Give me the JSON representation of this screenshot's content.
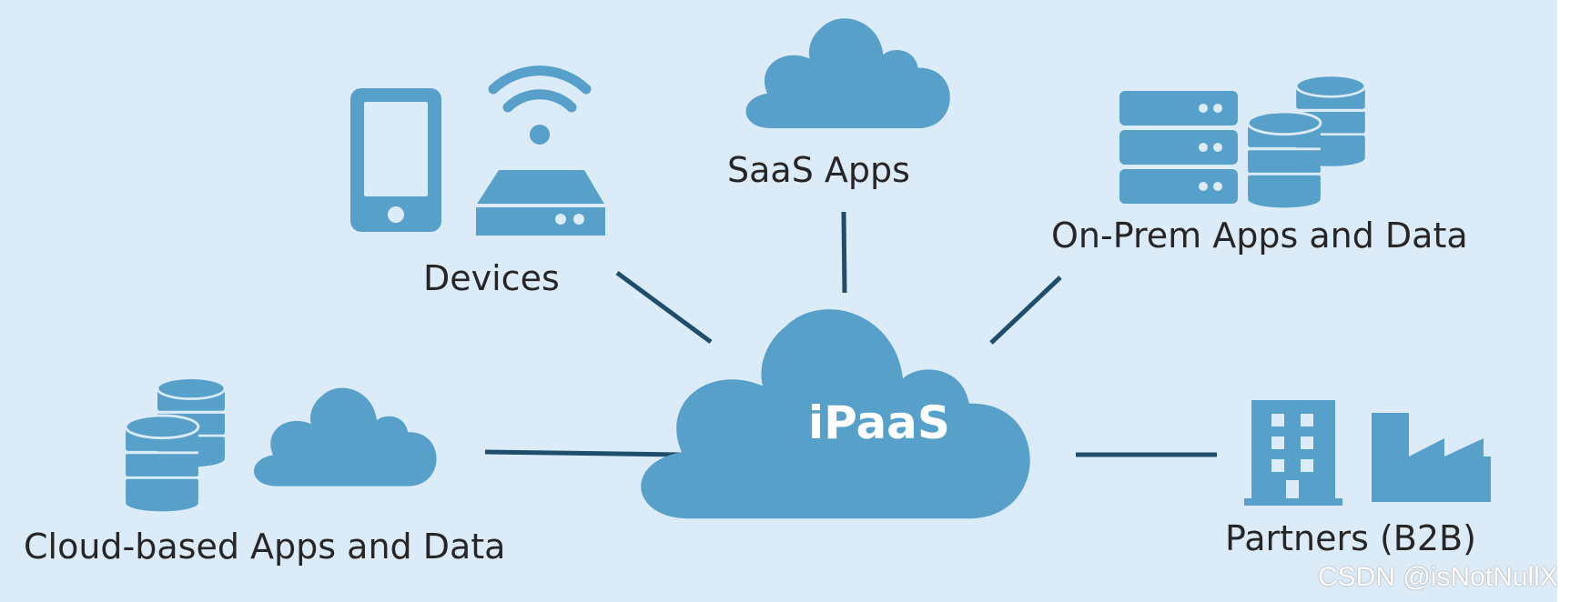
{
  "diagram": {
    "center": {
      "label": "iPaaS"
    },
    "nodes": {
      "devices": {
        "label": "Devices"
      },
      "saas": {
        "label": "SaaS Apps"
      },
      "onprem": {
        "label": "On-Prem Apps and Data"
      },
      "cloud": {
        "label": "Cloud-based Apps and Data"
      },
      "partners": {
        "label": "Partners (B2B)"
      }
    },
    "watermark": "CSDN @isNotNullX"
  },
  "colors": {
    "background": "#dcebf8",
    "icon": "#56a0ca",
    "connector": "#1f4e6c",
    "label": "#262626"
  },
  "icons": [
    "phone-icon",
    "wifi-router-icon",
    "cloud-icon",
    "server-rack-icon",
    "database-icon",
    "office-building-icon",
    "factory-icon"
  ]
}
